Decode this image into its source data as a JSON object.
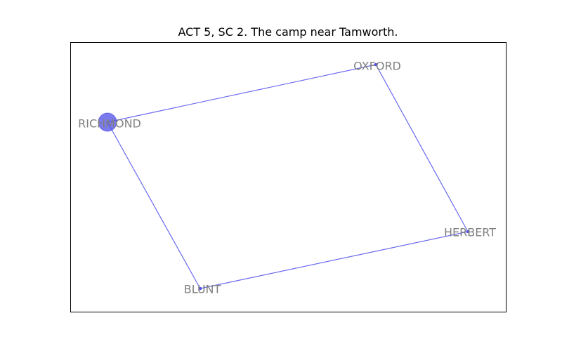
{
  "title": "ACT 5, SC 2. The camp near Tamworth.",
  "colors": {
    "edge": "#6a6af2",
    "node": "#4f4fe8",
    "label": "#808080",
    "frame": "#000000"
  },
  "nodes": [
    {
      "id": "RICHMOND",
      "label": "RICHMOND",
      "size": "large"
    },
    {
      "id": "OXFORD",
      "label": "OXFORD",
      "size": "small"
    },
    {
      "id": "HERBERT",
      "label": "HERBERT",
      "size": "small"
    },
    {
      "id": "BLUNT",
      "label": "BLUNT",
      "size": "small"
    }
  ],
  "edges": [
    {
      "source": "RICHMOND",
      "target": "OXFORD"
    },
    {
      "source": "OXFORD",
      "target": "HERBERT"
    },
    {
      "source": "HERBERT",
      "target": "BLUNT"
    },
    {
      "source": "BLUNT",
      "target": "RICHMOND"
    }
  ]
}
